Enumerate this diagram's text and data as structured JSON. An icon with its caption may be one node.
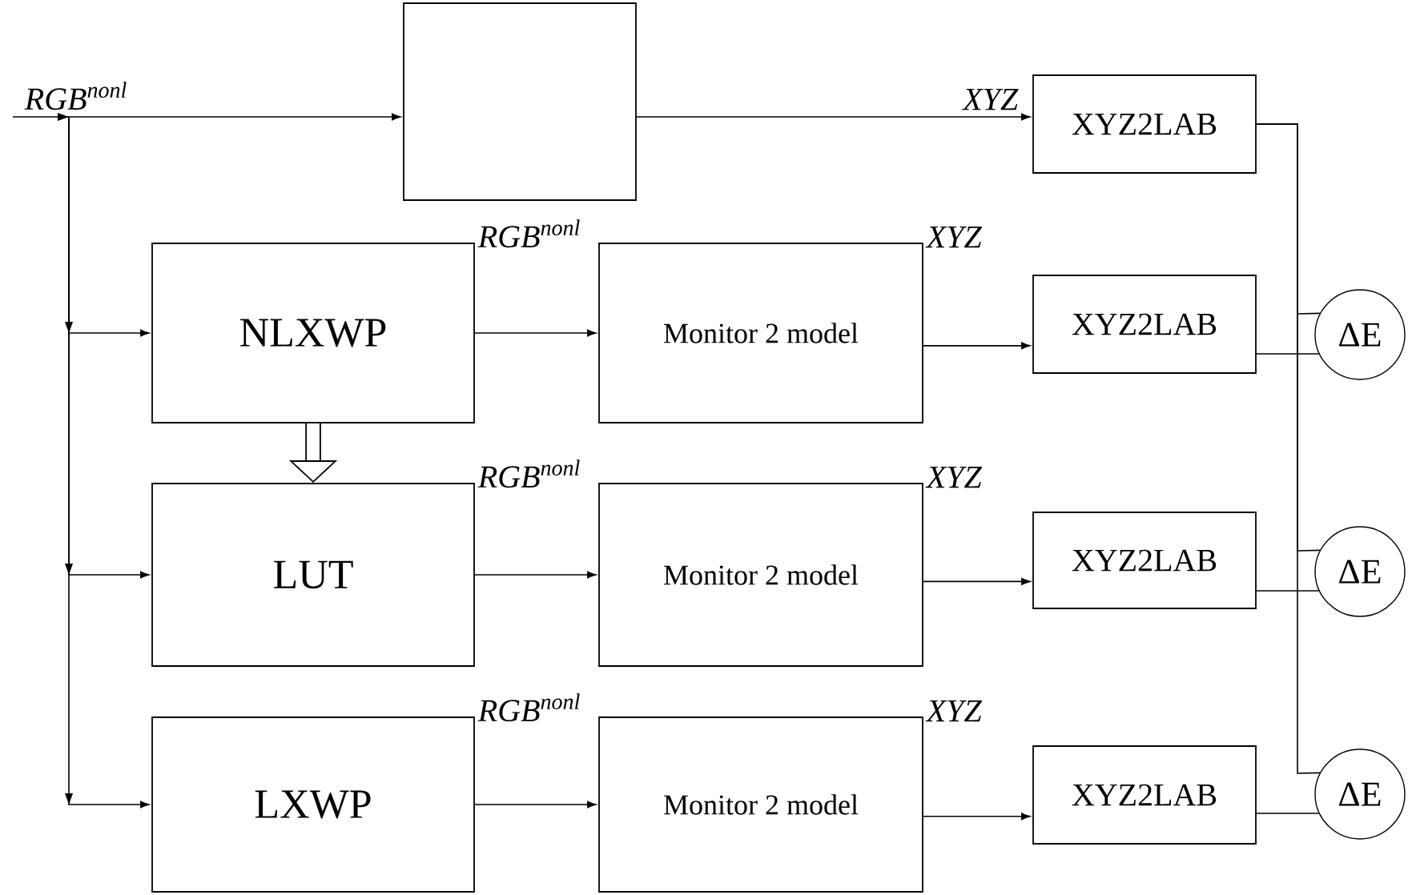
{
  "diagram": {
    "nodes": [
      {
        "text": [],
        "shape": "box"
      },
      {
        "text": [
          "XYZ2LAB"
        ]
      },
      {
        "text": [
          "NLXWP"
        ]
      },
      {
        "text": [
          "Monitor 2 model"
        ]
      },
      {
        "text": [
          "XYZ2LAB"
        ]
      },
      {
        "text": [
          "LUT"
        ]
      },
      {
        "text": [
          "Monitor 2 model"
        ]
      },
      {
        "text": [
          "XYZ2LAB"
        ]
      },
      {
        "text": [
          "LXWP"
        ]
      },
      {
        "text": [
          "Monitor 2 model"
        ]
      },
      {
        "text": [
          "XYZ2LAB"
        ]
      },
      {
        "text": [
          "ΔE"
        ]
      },
      {
        "text": [
          "ΔE"
        ]
      },
      {
        "text": [
          "ΔE"
        ]
      }
    ],
    "edges": [
      {
        "from": null,
        "to": 0,
        "arrow": "to",
        "label": "RGB$^{nonl}$"
      },
      {
        "from": null,
        "to": 2,
        "arrow": "to"
      },
      {
        "from": null,
        "to": 5,
        "arrow": "to"
      },
      {
        "from": null,
        "to": 8,
        "arrow": "to"
      },
      {
        "from": 0,
        "to": 1,
        "arrow": "to",
        "label": "XYZ"
      },
      {
        "from": 2,
        "to": 3,
        "arrow": "to",
        "label": "RGB$^{nonl}$"
      },
      {
        "from": 3,
        "to": 4,
        "arrow": "to",
        "label": "XYZ"
      },
      {
        "from": 2,
        "to": 5,
        "arrow": "to",
        "style": "thick"
      },
      {
        "from": 5,
        "to": 6,
        "arrow": "to",
        "label": "RGB$^{nonl}$"
      },
      {
        "from": 6,
        "to": 7,
        "arrow": "to",
        "label": "XYZ"
      },
      {
        "from": 8,
        "to": 9,
        "arrow": "to",
        "label": "RGB$^{nonl}$"
      },
      {
        "from": 9,
        "to": 10,
        "arrow": "to",
        "label": "XYZ"
      },
      {
        "from": 1,
        "to": 11,
        "arrow": "none"
      },
      {
        "from": 1,
        "to": 12,
        "arrow": "none"
      },
      {
        "from": 1,
        "to": 13,
        "arrow": "none"
      },
      {
        "from": 4,
        "to": 11,
        "arrow": "none"
      },
      {
        "from": 7,
        "to": 12,
        "arrow": "none"
      },
      {
        "from": 10,
        "to": 13,
        "arrow": "none"
      }
    ]
  }
}
